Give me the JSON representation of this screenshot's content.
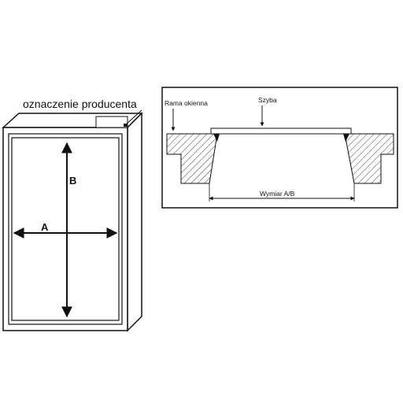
{
  "labels": {
    "manufacturer_mark": "oznaczenie producenta",
    "dimension_a": "A",
    "dimension_b": "B",
    "window_frame": "Rama okienna",
    "glass_pane": "Szyba",
    "dimension_ab": "Wymiar A/B"
  },
  "colors": {
    "line": "#111111",
    "frame_fill": "#ffffff",
    "background": "#ffffff"
  }
}
